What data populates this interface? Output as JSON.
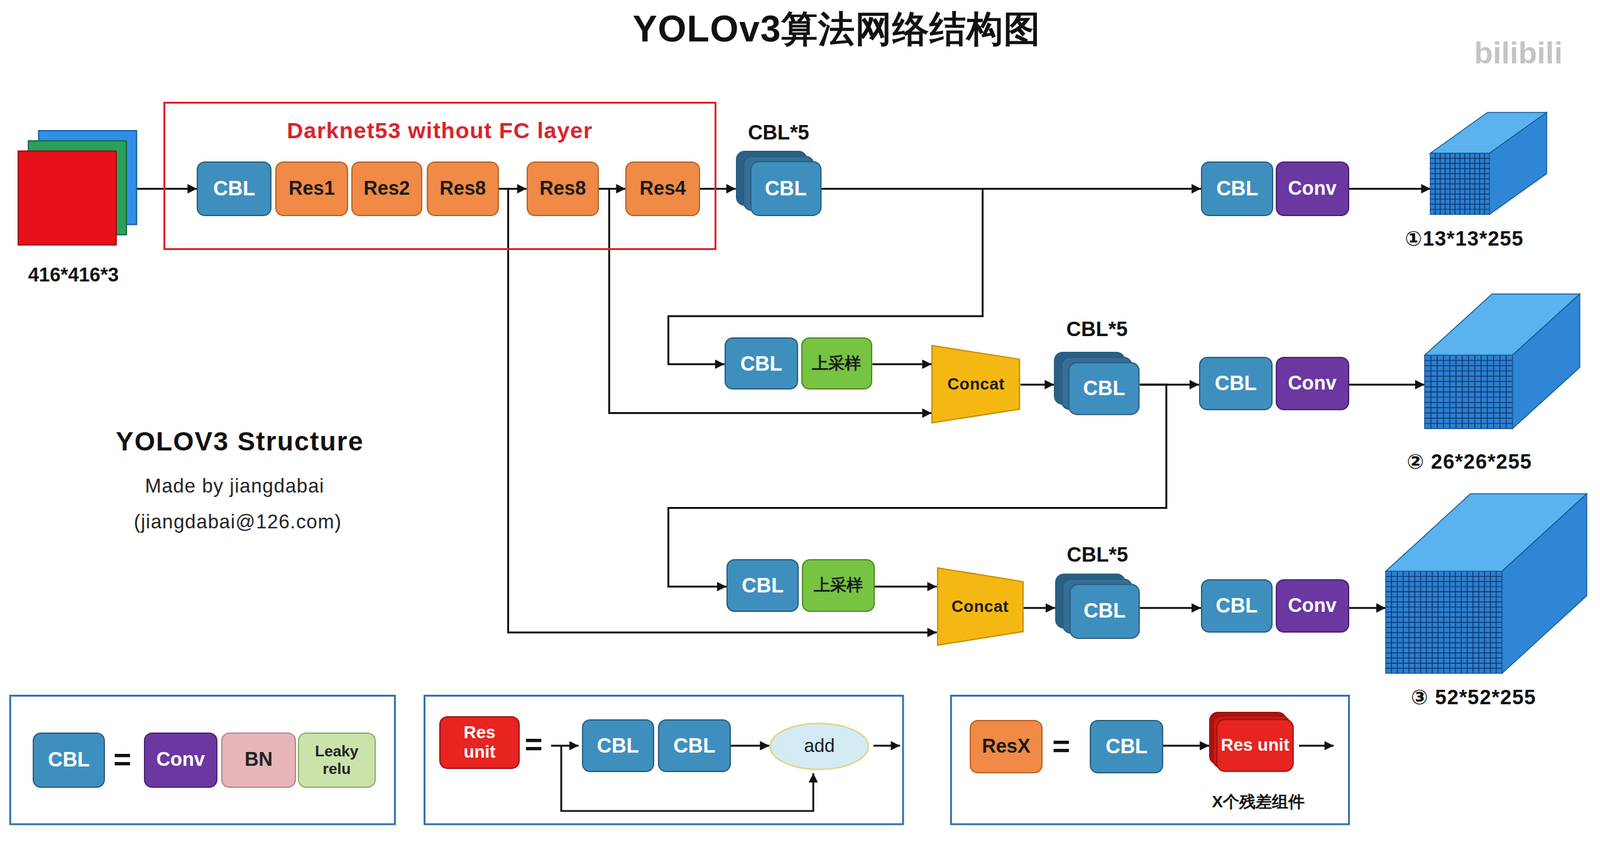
{
  "diagram": {
    "title": "YOLOv3算法网络结构图",
    "nodes": [
      {
        "text": [
          "416*416*3"
        ]
      },
      {
        "text": [
          "Darknet53 without FC layer"
        ]
      },
      {
        "text": [
          "CBL"
        ],
        "in": 1
      },
      {
        "text": [
          "Res1"
        ],
        "in": 1
      },
      {
        "text": [
          "Res2"
        ],
        "in": 1
      },
      {
        "text": [
          "Res8"
        ],
        "in": 1
      },
      {
        "text": [
          "Res8"
        ],
        "in": 1
      },
      {
        "text": [
          "Res4"
        ],
        "in": 1
      },
      {
        "text": [
          "CBL*5",
          "CBL"
        ]
      },
      {
        "text": [
          "CBL"
        ]
      },
      {
        "text": [
          "Conv"
        ]
      },
      {
        "text": [
          "①13*13*255"
        ]
      },
      {
        "text": [
          "CBL"
        ]
      },
      {
        "text": [
          "上采样"
        ]
      },
      {
        "text": [
          "Concat"
        ]
      },
      {
        "text": [
          "CBL*5",
          "CBL"
        ]
      },
      {
        "text": [
          "CBL"
        ]
      },
      {
        "text": [
          "Conv"
        ]
      },
      {
        "text": [
          "② 26*26*255"
        ]
      },
      {
        "text": [
          "CBL"
        ]
      },
      {
        "text": [
          "上采样"
        ]
      },
      {
        "text": [
          "Concat"
        ]
      },
      {
        "text": [
          "CBL*5",
          "CBL"
        ]
      },
      {
        "text": [
          "CBL"
        ]
      },
      {
        "text": [
          "Conv"
        ]
      },
      {
        "text": [
          "③ 52*52*255"
        ]
      },
      {
        "text": [
          "CBL"
        ]
      },
      {
        "text": [
          "Conv"
        ]
      },
      {
        "text": [
          "BN"
        ]
      },
      {
        "text": [
          "Leaky relu"
        ]
      },
      {
        "text": [
          "Res unit"
        ]
      },
      {
        "text": [
          "CBL"
        ]
      },
      {
        "text": [
          "CBL"
        ]
      },
      {
        "text": [
          "add"
        ]
      },
      {
        "text": [
          "ResX"
        ]
      },
      {
        "text": [
          "CBL"
        ]
      },
      {
        "text": [
          "Res unit"
        ]
      }
    ],
    "edges": [
      {
        "from": 0,
        "to": 2,
        "arrow": "to"
      },
      {
        "from": 5,
        "to": 6,
        "arrow": "to"
      },
      {
        "from": 6,
        "to": 7,
        "arrow": "to"
      },
      {
        "from": 7,
        "to": 8,
        "arrow": "to"
      },
      {
        "from": 8,
        "to": 9,
        "arrow": "to"
      },
      {
        "from": 10,
        "to": 11,
        "arrow": "to"
      },
      {
        "from": 8,
        "to": 12,
        "arrow": "to"
      },
      {
        "from": 13,
        "to": 14,
        "arrow": "to"
      },
      {
        "from": 6,
        "to": 14,
        "arrow": "to"
      },
      {
        "from": 14,
        "to": 15,
        "arrow": "to"
      },
      {
        "from": 15,
        "to": 16,
        "arrow": "to"
      },
      {
        "from": 17,
        "to": 18,
        "arrow": "to"
      },
      {
        "from": 15,
        "to": 19,
        "arrow": "to"
      },
      {
        "from": 20,
        "to": 21,
        "arrow": "to"
      },
      {
        "from": 5,
        "to": 21,
        "arrow": "to"
      },
      {
        "from": 21,
        "to": 22,
        "arrow": "to"
      },
      {
        "from": 22,
        "to": 23,
        "arrow": "to"
      },
      {
        "from": 24,
        "to": 25,
        "arrow": "to"
      },
      {
        "from": 32,
        "to": 33,
        "arrow": "to"
      },
      {
        "from": 35,
        "to": 36,
        "arrow": "to"
      }
    ],
    "labels": [
      "bilibili",
      "YOLOV3 Structure",
      "Made by jiangdabai",
      "(jiangdabai@126.com)",
      "=",
      "=",
      "=",
      "X个残差组件"
    ]
  }
}
